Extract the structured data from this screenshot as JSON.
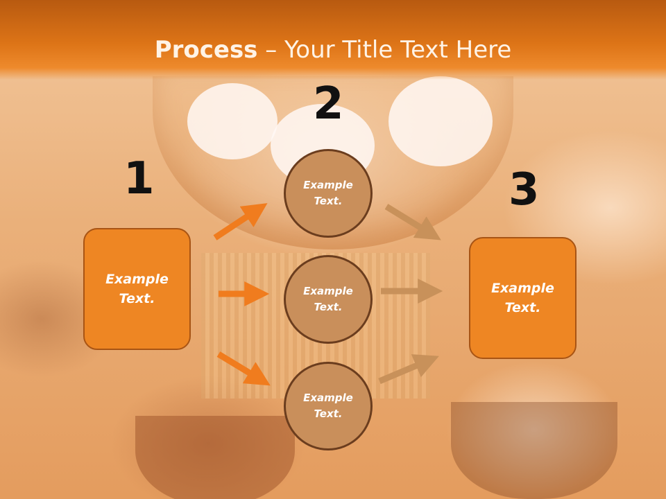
{
  "title": {
    "bold": "Process",
    "rest": " – Your Title Text Here"
  },
  "steps": [
    {
      "number": "1",
      "label": "Example\nText."
    },
    {
      "number": "2",
      "items": [
        {
          "label": "Example\nText."
        },
        {
          "label": "Example\nText."
        },
        {
          "label": "Example\nText."
        }
      ]
    },
    {
      "number": "3",
      "label": "Example\nText."
    }
  ],
  "colors": {
    "accent": "#ee8623",
    "circle_fill": "#c98f5b",
    "arrow_orange": "#f07c1e",
    "arrow_tan": "#c8915a"
  }
}
